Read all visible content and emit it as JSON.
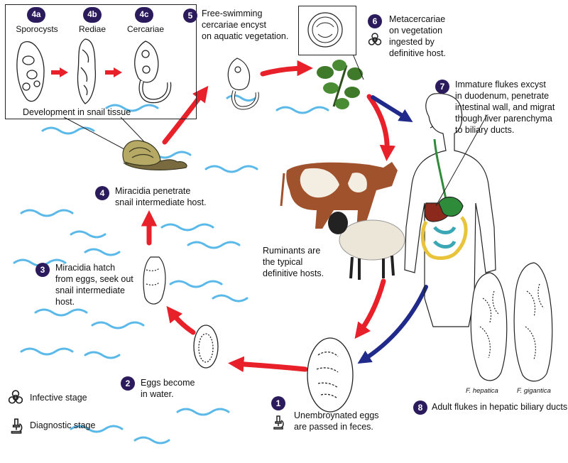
{
  "inset": {
    "stage_4a_badge": "4a",
    "stage_4a_label": "Sporocysts",
    "stage_4b_badge": "4b",
    "stage_4b_label": "Rediae",
    "stage_4c_badge": "4c",
    "stage_4c_label": "Cercariae",
    "caption": "Development in snail tissue"
  },
  "steps": {
    "s1": {
      "num": "1",
      "line1": "Unembroynated eggs",
      "line2": "are passed in feces."
    },
    "s2": {
      "num": "2",
      "line1": "Eggs become",
      "line2": "in water."
    },
    "s3": {
      "num": "3",
      "line1": "Miracidia hatch",
      "line2": "from eggs, seek out",
      "line3": "snail intermediate",
      "line4": "host."
    },
    "s4": {
      "num": "4",
      "line1": "Miracidia penetrate",
      "line2": "snail intermediate host."
    },
    "s5": {
      "num": "5",
      "line1": "Free-swimming",
      "line2": "cercariae encyst",
      "line3": "on aquatic vegetation."
    },
    "s6": {
      "num": "6",
      "line1": "Metacercariae",
      "line2": "on vegetation",
      "line3": "ingested by",
      "line4": "definitive host."
    },
    "s7": {
      "num": "7",
      "line1": "Immature flukes excyst",
      "line2": "in duodenum, penetrate",
      "line3": "intestinal wall, and migrat",
      "line4": "though liver parenchyma",
      "line5": "to biliary ducts."
    },
    "s8": {
      "num": "8",
      "line1": "Adult flukes in hepatic biliary ducts"
    }
  },
  "ruminants": {
    "line1": "Ruminants are",
    "line2": "the typical",
    "line3": "definitive hosts."
  },
  "species": {
    "hepatica": "F. hepatica",
    "gigantica": "F. gigantica"
  },
  "legend": {
    "infective": "Infective stage",
    "diagnostic": "Diagnostic stage"
  },
  "colors": {
    "badge": "#2b1b5c",
    "red_arrow": "#e8202a",
    "blue_arrow": "#1f2a8a",
    "water": "#5bb9ea"
  },
  "icons": {
    "infective": "biohazard-icon",
    "diagnostic": "microscope-icon"
  }
}
